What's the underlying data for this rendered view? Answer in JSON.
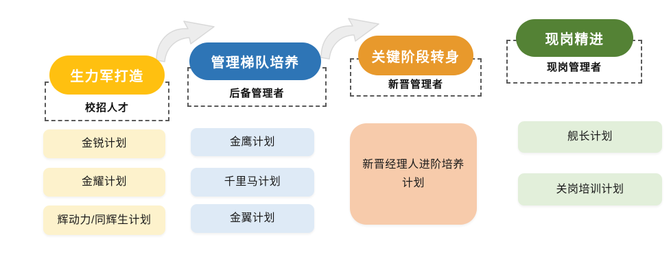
{
  "diagram": {
    "background": "#ffffff",
    "arrow_color": "#ededed",
    "dashed_border_color": "#595959",
    "columns": [
      {
        "stage": "生力军打造",
        "stage_color": "#FFC010",
        "audience": "校招人才",
        "card_color": "#FDF2CC",
        "programs": [
          "金锐计划",
          "金耀计划",
          "辉动力/同辉生计划"
        ]
      },
      {
        "stage": "管理梯队培养",
        "stage_color": "#2E75B6",
        "audience": "后备管理者",
        "card_color": "#DEEAF6",
        "programs": [
          "金鹰计划",
          "千里马计划",
          "金翼计划"
        ]
      },
      {
        "stage": "关键阶段转身",
        "stage_color": "#E8992C",
        "audience": "新晋管理者",
        "card_color": "#F7CBAB",
        "programs": [
          "新晋经理人进阶培养\n计划"
        ]
      },
      {
        "stage": "现岗精进",
        "stage_color": "#548235",
        "audience": "现岗管理者",
        "card_color": "#E2EFDA",
        "programs": [
          "舰长计划",
          "关岗培训计划"
        ]
      }
    ]
  }
}
